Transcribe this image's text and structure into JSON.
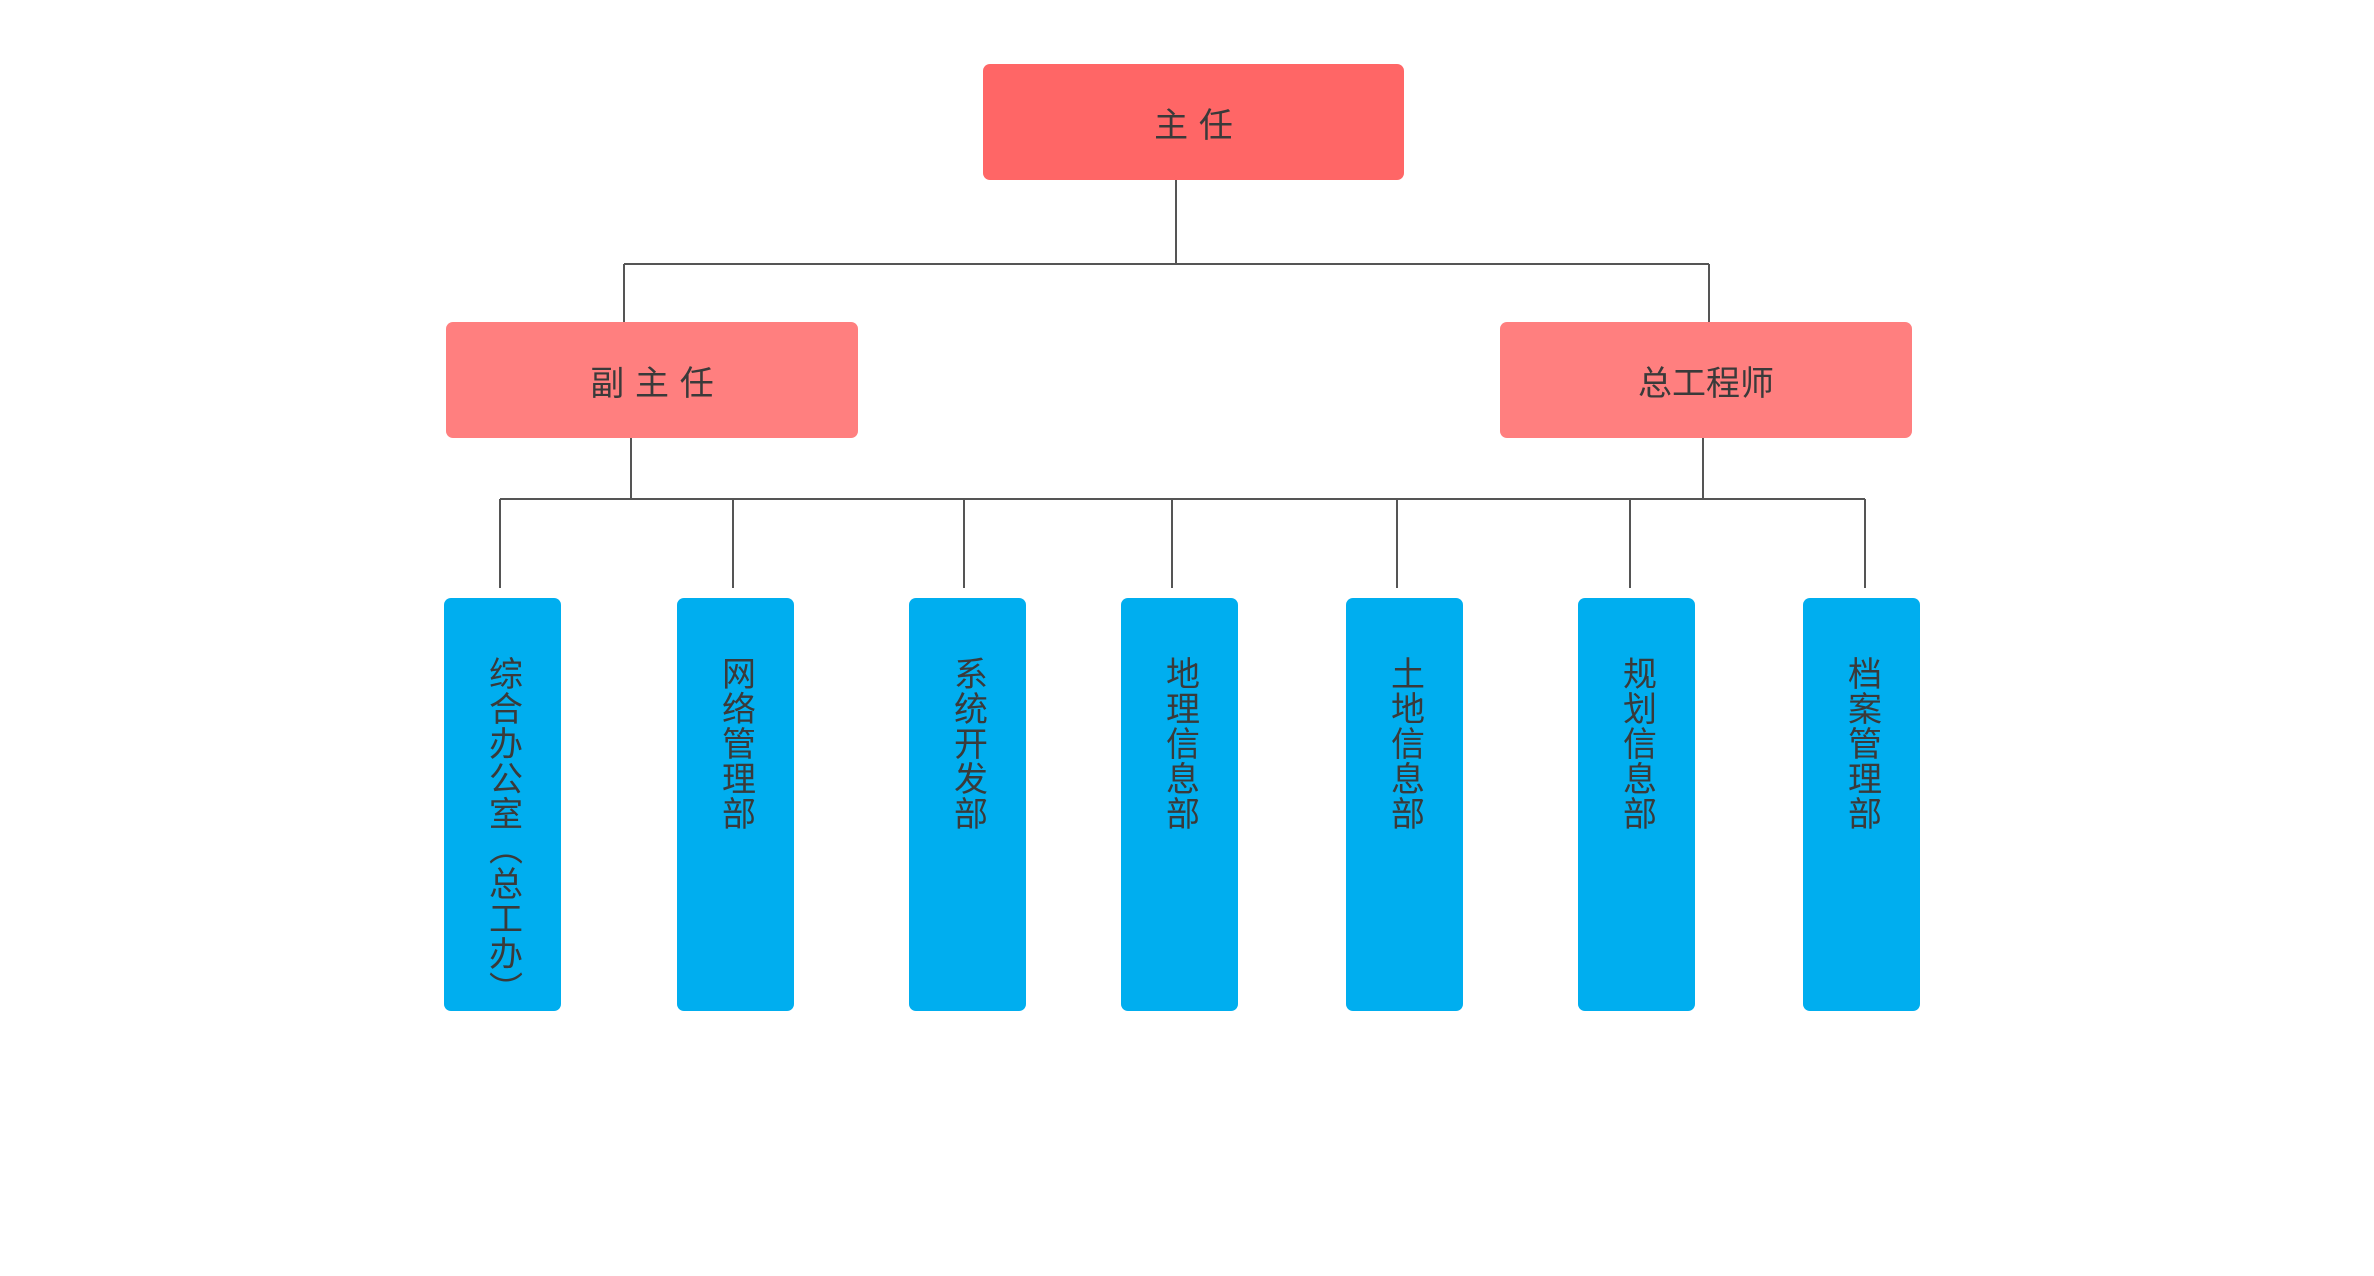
{
  "colors": {
    "top_fill": "#FF6666",
    "mid_fill": "#FF7F7F",
    "dept_fill": "#00AEEF",
    "text": "#3A3A3A",
    "connector": "#555555"
  },
  "nodes": {
    "director": "主 任",
    "deputy_director": "副 主 任",
    "chief_engineer": "总工程师",
    "departments": [
      "综合办公室（总工办）",
      "网络管理部",
      "系统开发部",
      "地理信息部",
      "土地信息部",
      "规划信息部",
      "档案管理部"
    ]
  }
}
